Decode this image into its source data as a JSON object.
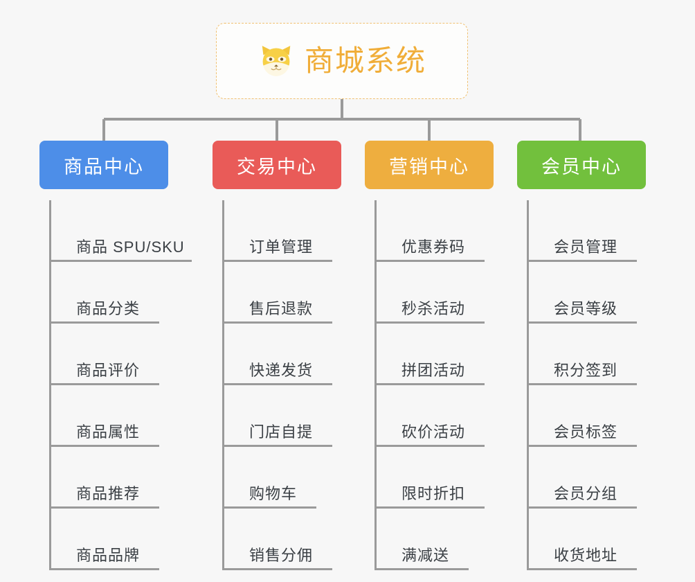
{
  "diagram": {
    "type": "org-tree",
    "background_color": "#f7f7f7",
    "line_color": "#9a9a9a",
    "root": {
      "title": "商城系统",
      "icon": "shiba-dog-face-icon",
      "text_color": "#f0ad38",
      "border_color": "#f0c070",
      "border_style": "dashed",
      "background_color": "#fdfdfc"
    },
    "categories": [
      {
        "label": "商品中心",
        "color": "#4d8ee8",
        "text_color": "#ffffff",
        "items": [
          "商品 SPU/SKU",
          "商品分类",
          "商品评价",
          "商品属性",
          "商品推荐",
          "商品品牌"
        ]
      },
      {
        "label": "交易中心",
        "color": "#e95b58",
        "text_color": "#ffffff",
        "items": [
          "订单管理",
          "售后退款",
          "快递发货",
          "门店自提",
          "购物车",
          "销售分佣"
        ]
      },
      {
        "label": "营销中心",
        "color": "#eeae3f",
        "text_color": "#ffffff",
        "items": [
          "优惠券码",
          "秒杀活动",
          "拼团活动",
          "砍价活动",
          "限时折扣",
          "满减送"
        ]
      },
      {
        "label": "会员中心",
        "color": "#72c03d",
        "text_color": "#ffffff",
        "items": [
          "会员管理",
          "会员等级",
          "积分签到",
          "会员标签",
          "会员分组",
          "收货地址"
        ]
      }
    ]
  }
}
